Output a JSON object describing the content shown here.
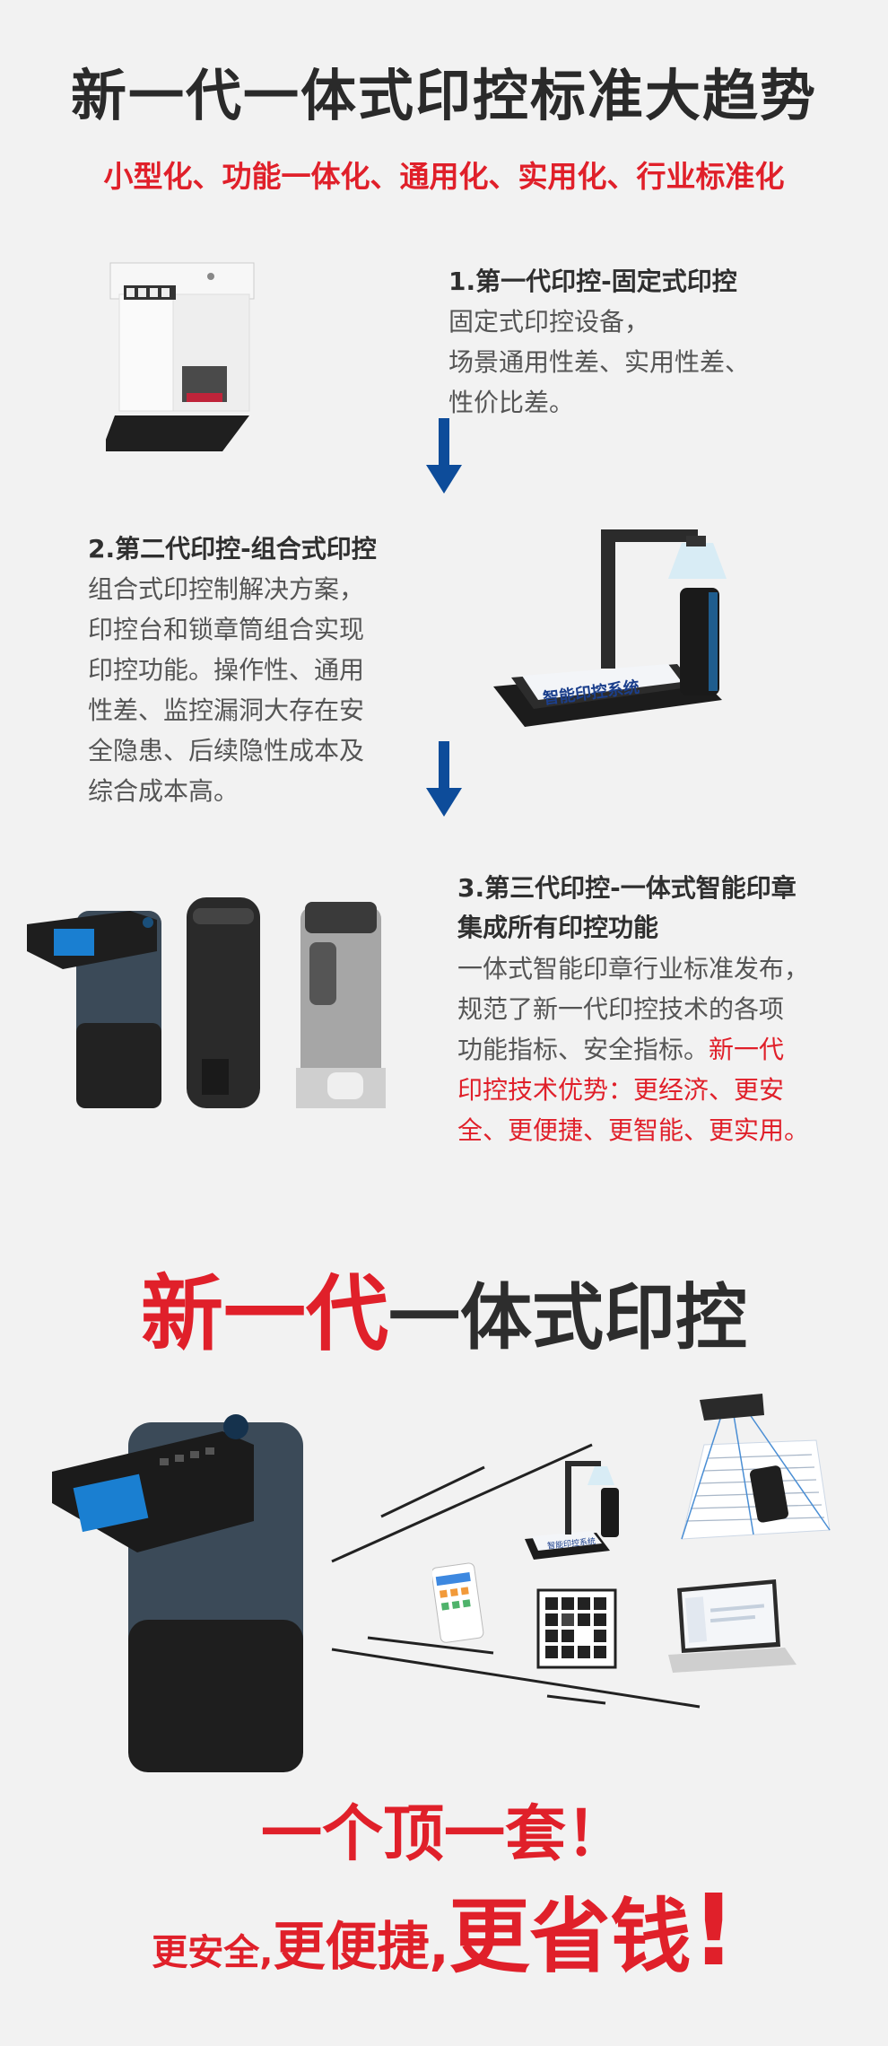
{
  "header": {
    "title": "新一代一体式印控标准大趋势",
    "subtitle": "小型化、功能一体化、通用化、实用化、行业标准化"
  },
  "generations": [
    {
      "title": "1.第一代印控-固定式印控",
      "lines": [
        "固定式印控设备，",
        "场景通用性差、实用性差、",
        "性价比差。"
      ]
    },
    {
      "title": "2.第二代印控-组合式印控",
      "lines": [
        "组合式印控制解决方案，",
        "印控台和锁章筒组合实现",
        "印控功能。操作性、通用",
        "性差、监控漏洞大存在安",
        "全隐患、后续隐性成本及",
        "综合成本高。"
      ],
      "screen_label": "智能印控系统"
    },
    {
      "title_line1": "3.第三代印控-一体式智能印章",
      "title_line2": "集成所有印控功能",
      "lines": [
        "一体式智能印章行业标准发布，",
        "规范了新一代印控技术的各项",
        "功能指标、安全指标。"
      ],
      "red_segments": [
        "新一代",
        "印控技术优势：更经济、更安",
        "全、更便捷、更智能、更实用。"
      ]
    }
  ],
  "section2": {
    "title_red": "新一代",
    "title_rest": "一体式印控",
    "mini_screen_label": "智能印控系统"
  },
  "slogan": {
    "line1": "一个顶一套！",
    "part1": "更安全,",
    "part2": "更",
    "part3": "便捷,",
    "part4": "更省钱",
    "excl": "!"
  },
  "colors": {
    "accent_red": "#e0202a",
    "arrow_blue": "#0d4c9a",
    "device_blue": "#3b4a58",
    "device_black": "#1e1e1e"
  }
}
